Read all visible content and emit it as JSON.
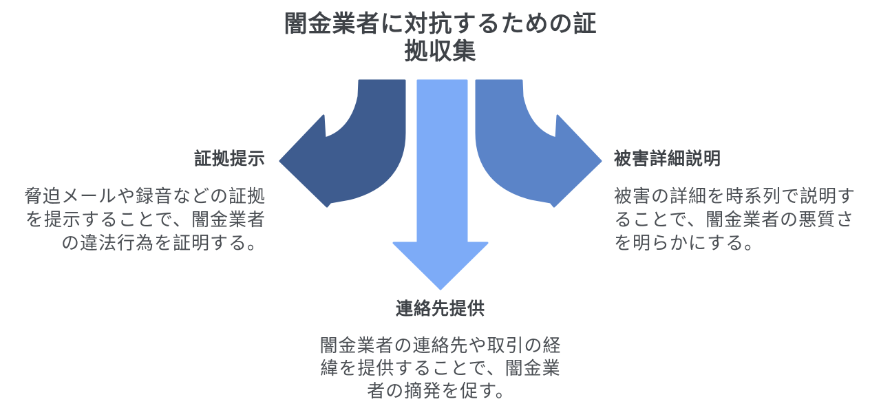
{
  "page": {
    "background": "#FFFFFF",
    "heading_color": "#3E4247",
    "body_color": "#4A4E53"
  },
  "title": {
    "text": "闇金業者に対抗するための証拠収集",
    "lines": [
      "闇金業者に対抗するための証",
      "拠収集"
    ]
  },
  "sections": [
    {
      "id": "evidence-presentation",
      "position": "left",
      "heading": "証拠提示",
      "body": "脅迫メールや録音などの証拠を提示することで、闇金業者の違法行為を証明する。",
      "lines": [
        "脅迫メールや録音などの証拠",
        "を提示することで、闇金業者",
        "の違法行為を証明する。"
      ],
      "arrow": "curved-arrow-left",
      "arrow_color": "#3E5C8F"
    },
    {
      "id": "contact-info-provision",
      "position": "bottom",
      "heading": "連絡先提供",
      "body": "闇金業者の連絡先や取引の経緯を提供することで、闇金業者の摘発を促す。",
      "lines": [
        "闇金業者の連絡先や取引の経",
        "緯を提供することで、闇金業",
        "者の摘発を促す。"
      ],
      "arrow": "straight-arrow-down",
      "arrow_color": "#7DABF7"
    },
    {
      "id": "damage-detail-explanation",
      "position": "right",
      "heading": "被害詳細説明",
      "body": "被害の詳細を時系列で説明することで、闇金業者の悪質さを明らかにする。",
      "lines": [
        "被害の詳細を時系列で説明す",
        "ることで、闇金業者の悪質さ",
        "を明らかにする。"
      ],
      "arrow": "curved-arrow-right",
      "arrow_color": "#5B84C8"
    }
  ]
}
